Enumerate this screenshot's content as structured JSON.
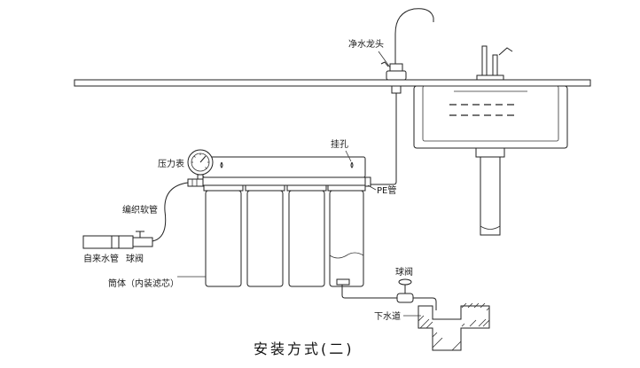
{
  "labels": {
    "faucet": "净水龙头",
    "hanging_hole": "挂孔",
    "pressure_gauge": "压力表",
    "pe_pipe": "PE管",
    "braided_hose": "编织软管",
    "tap_pipe": "自来水管",
    "ball_valve_left": "球阀",
    "ball_valve_right": "球阀",
    "housing": "筒体（内装滤芯）",
    "drain": "下水道"
  },
  "caption": "安装方式(二)"
}
